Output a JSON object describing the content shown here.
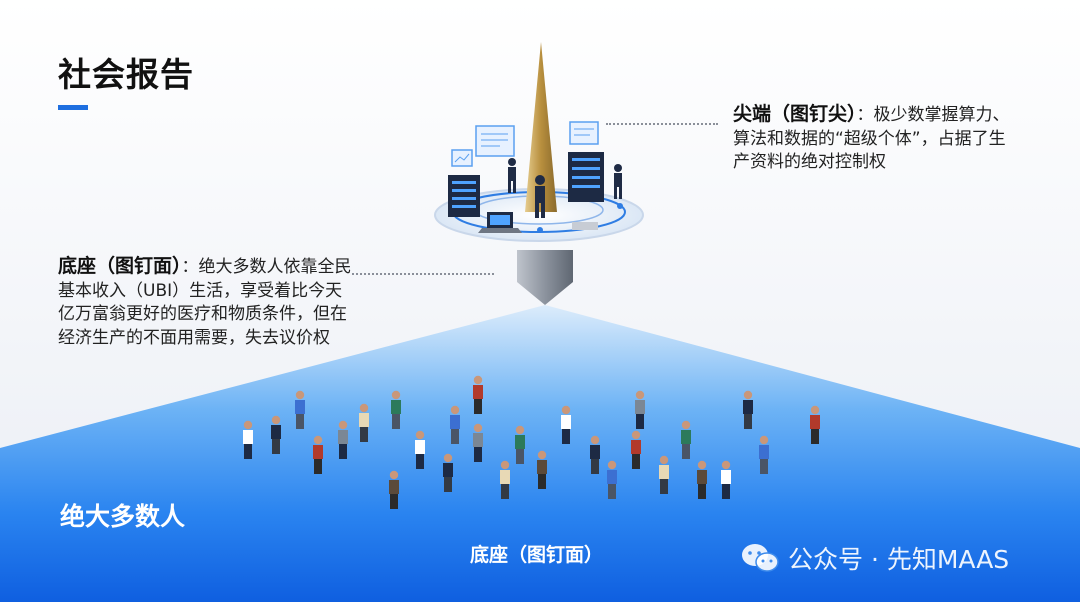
{
  "title": "社会报告",
  "top": {
    "heading": "尖端（图钉尖）",
    "colon": "：",
    "text": "极少数掌握算力、算法和数据的“超级个体”，占据了生产资料的绝对控制权"
  },
  "bottom": {
    "heading": "底座（图钉面）",
    "colon": "：",
    "text": "绝大多数人依靠全民基本收入（UBI）生活，享受着比今天亿万富翁更好的医疗和物质条件，但在经济生产的不面用需要，失去议价权"
  },
  "crowd_label": "绝大多数人",
  "base_label": "底座（图钉面）",
  "watermark": "公众号 · 先知MAAS",
  "colors": {
    "accent": "#1e6fe0",
    "spike": "#c9a55a",
    "base_light": "#d6e9fb",
    "base_deep": "#1167e6"
  }
}
